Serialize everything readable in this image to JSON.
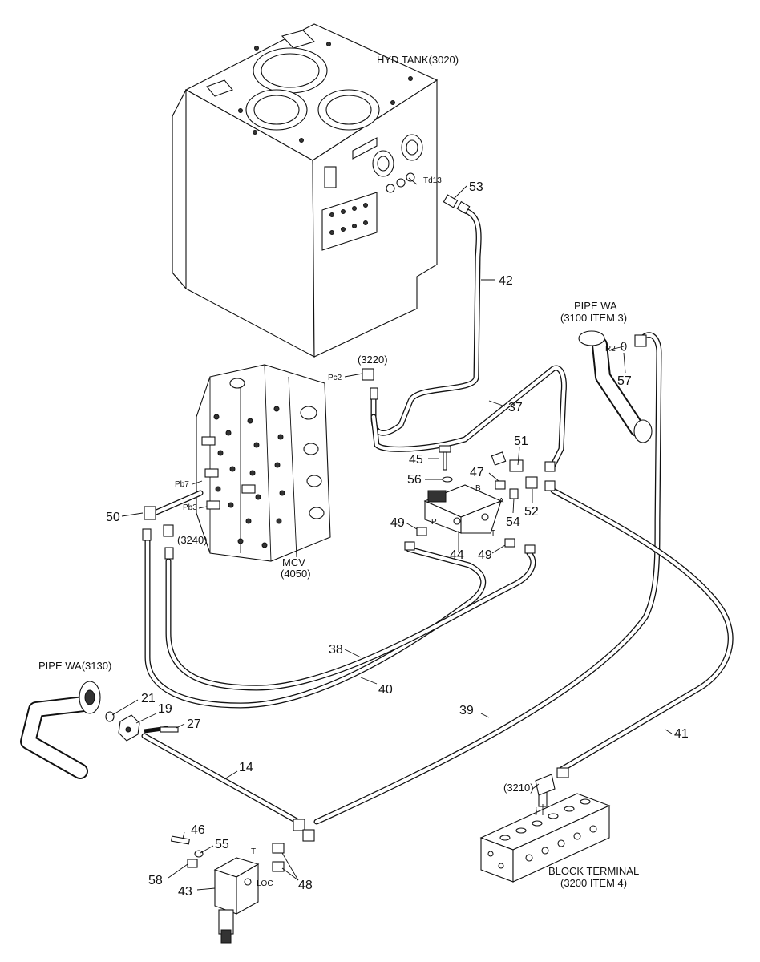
{
  "labels": {
    "hyd_tank": "HYD TANK(3020)",
    "mcv": "MCV",
    "mcv_num": "(4050)",
    "pipe_wa_top": "PIPE WA",
    "pipe_wa_top_item": "(3100 ITEM 3)",
    "pipe_wa_left": "PIPE WA(3130)",
    "block_terminal": "BLOCK TERMINAL",
    "block_terminal_item": "(3200 ITEM 4)",
    "td13": "Td13",
    "pc2": "Pc2",
    "pb7": "Pb7",
    "pb3": "Pb3",
    "r2": "R2",
    "ref_3220": "(3220)",
    "ref_3240": "(3240)",
    "ref_3210": "(3210)",
    "port_b": "B",
    "port_a": "A",
    "port_p": "P",
    "port_t_valve": "T",
    "port_t": "T",
    "port_loc": "LOC",
    "port_j": "j"
  },
  "callouts": {
    "n53": "53",
    "n42": "42",
    "n57": "57",
    "n37": "37",
    "n51": "51",
    "n45": "45",
    "n47": "47",
    "n56": "56",
    "n52": "52",
    "n54": "54",
    "n49a": "49",
    "n49b": "49",
    "n44": "44",
    "n50": "50",
    "n38": "38",
    "n40": "40",
    "n39": "39",
    "n41": "41",
    "n21": "21",
    "n19": "19",
    "n27": "27",
    "n14": "14",
    "n46": "46",
    "n55": "55",
    "n58": "58",
    "n43": "43",
    "n48": "48"
  }
}
